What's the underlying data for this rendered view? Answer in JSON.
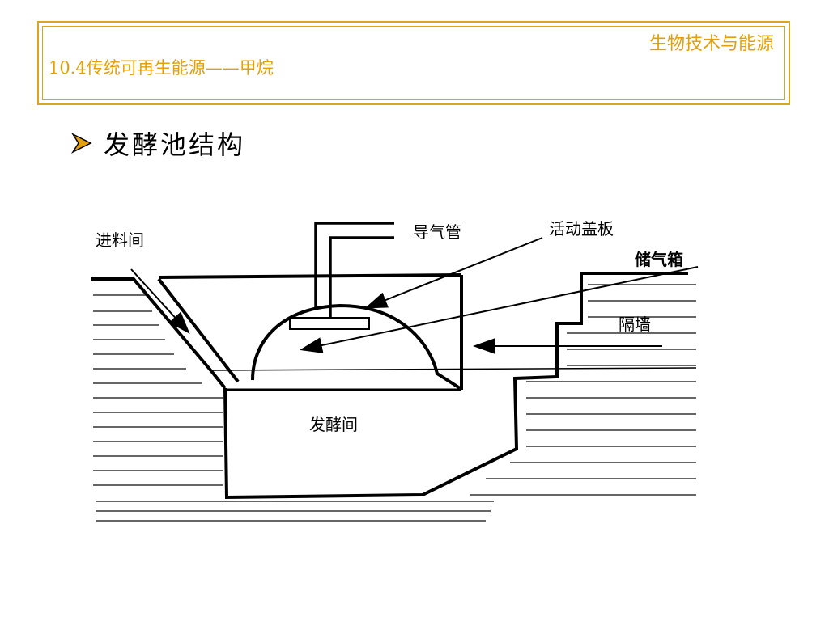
{
  "header": {
    "course_title": "生物技术与能源",
    "section_title": "10.4传统可再生能源——甲烷",
    "accent_color": "#e3a008",
    "border_color": "#d9a51c"
  },
  "slide": {
    "heading": "发酵池结构",
    "bullet_icon": "arrowhead-bullet-icon"
  },
  "diagram": {
    "labels": {
      "inlet": "进料间",
      "gas_pipe": "导气管",
      "movable_cover": "活动盖板",
      "gas_storage": "储气箱",
      "partition_wall": "隔墙",
      "fermentation_chamber": "发酵间"
    }
  }
}
